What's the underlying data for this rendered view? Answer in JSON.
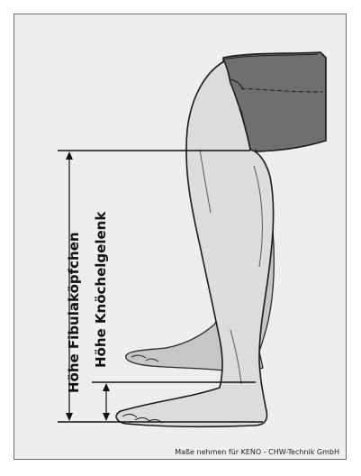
{
  "labels": {
    "fibula_height": "Höhe Fibulaköpfchen",
    "ankle_height": "Höhe Knöchelgelenk"
  },
  "credit": "Maße nehmen für KENO - CHW-Technik GmbH"
}
